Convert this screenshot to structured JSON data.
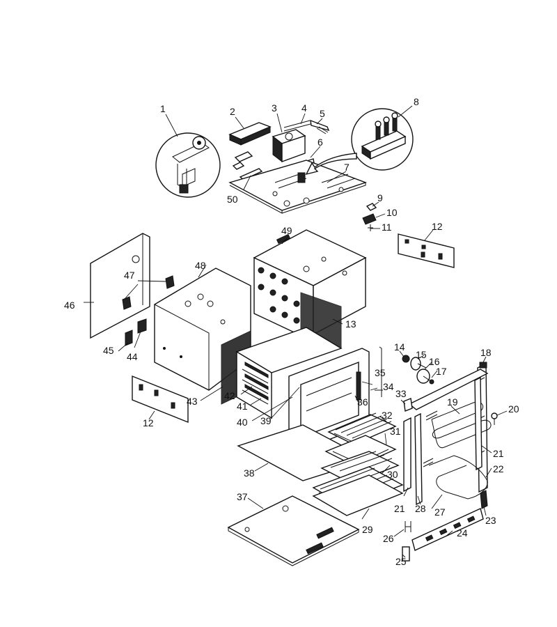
{
  "diagram": {
    "labels": {
      "p1": "1",
      "p2": "2",
      "p3": "3",
      "p4": "4",
      "p5": "5",
      "p6": "6",
      "p7": "7",
      "p8": "8",
      "p9": "9",
      "p10": "10",
      "p11": "11",
      "p12a": "12",
      "p12b": "12",
      "p13": "13",
      "p14": "14",
      "p15": "15",
      "p16": "16",
      "p17": "17",
      "p18": "18",
      "p19": "19",
      "p20": "20",
      "p21a": "21",
      "p21b": "21",
      "p22": "22",
      "p23": "23",
      "p24": "24",
      "p25": "25",
      "p26": "26",
      "p27": "27",
      "p28": "28",
      "p29": "29",
      "p30": "30",
      "p31": "31",
      "p32": "32",
      "p33": "33",
      "p34": "34",
      "p35": "35",
      "p36": "36",
      "p37": "37",
      "p38": "38",
      "p39": "39",
      "p40": "40",
      "p41": "41",
      "p42": "42",
      "p43": "43",
      "p44": "44",
      "p45": "45",
      "p46": "46",
      "p47": "47",
      "p48": "48",
      "p49": "49",
      "p50": "50"
    }
  }
}
